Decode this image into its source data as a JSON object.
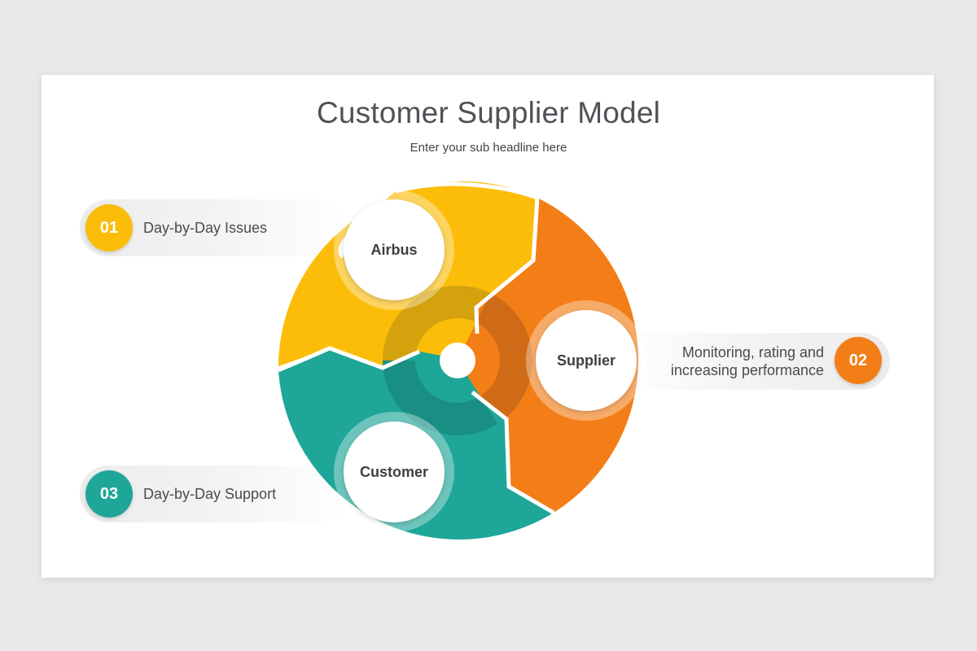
{
  "title": "Customer Supplier Model",
  "subtitle": "Enter your sub headline here",
  "colors": {
    "yellow": "#fbbd0a",
    "orange": "#f37e17",
    "teal": "#1ea699",
    "background": "#e9e8e9",
    "slide": "#ffffff"
  },
  "segments": [
    {
      "label": "Airbus",
      "color": "yellow"
    },
    {
      "label": "Supplier",
      "color": "orange"
    },
    {
      "label": "Customer",
      "color": "teal"
    }
  ],
  "items": [
    {
      "number": "01",
      "text": "Day-by-Day Issues",
      "color": "yellow"
    },
    {
      "number": "02",
      "text_line1": "Monitoring, rating and",
      "text_line2": "increasing performance",
      "color": "orange"
    },
    {
      "number": "03",
      "text": "Day-by-Day Support",
      "color": "teal"
    }
  ]
}
